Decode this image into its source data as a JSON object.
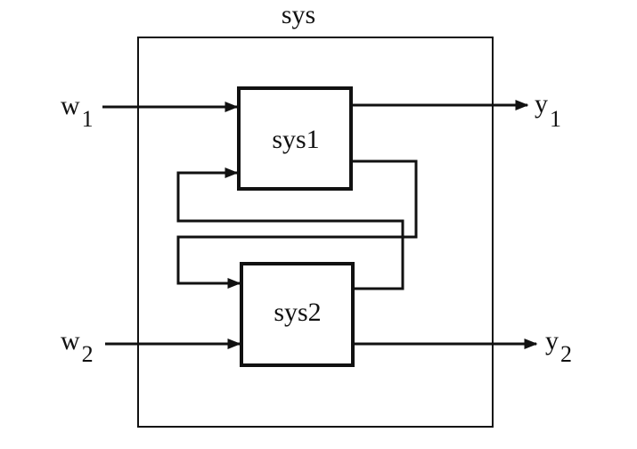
{
  "diagram": {
    "outer_label": "sys",
    "blocks": {
      "sys1": "sys1",
      "sys2": "sys2"
    },
    "inputs": {
      "w1": {
        "base": "w",
        "sub": "1"
      },
      "w2": {
        "base": "w",
        "sub": "2"
      }
    },
    "outputs": {
      "y1": {
        "base": "y",
        "sub": "1"
      },
      "y2": {
        "base": "y",
        "sub": "2"
      }
    }
  },
  "colors": {
    "line": "#111111",
    "background": "#ffffff"
  }
}
